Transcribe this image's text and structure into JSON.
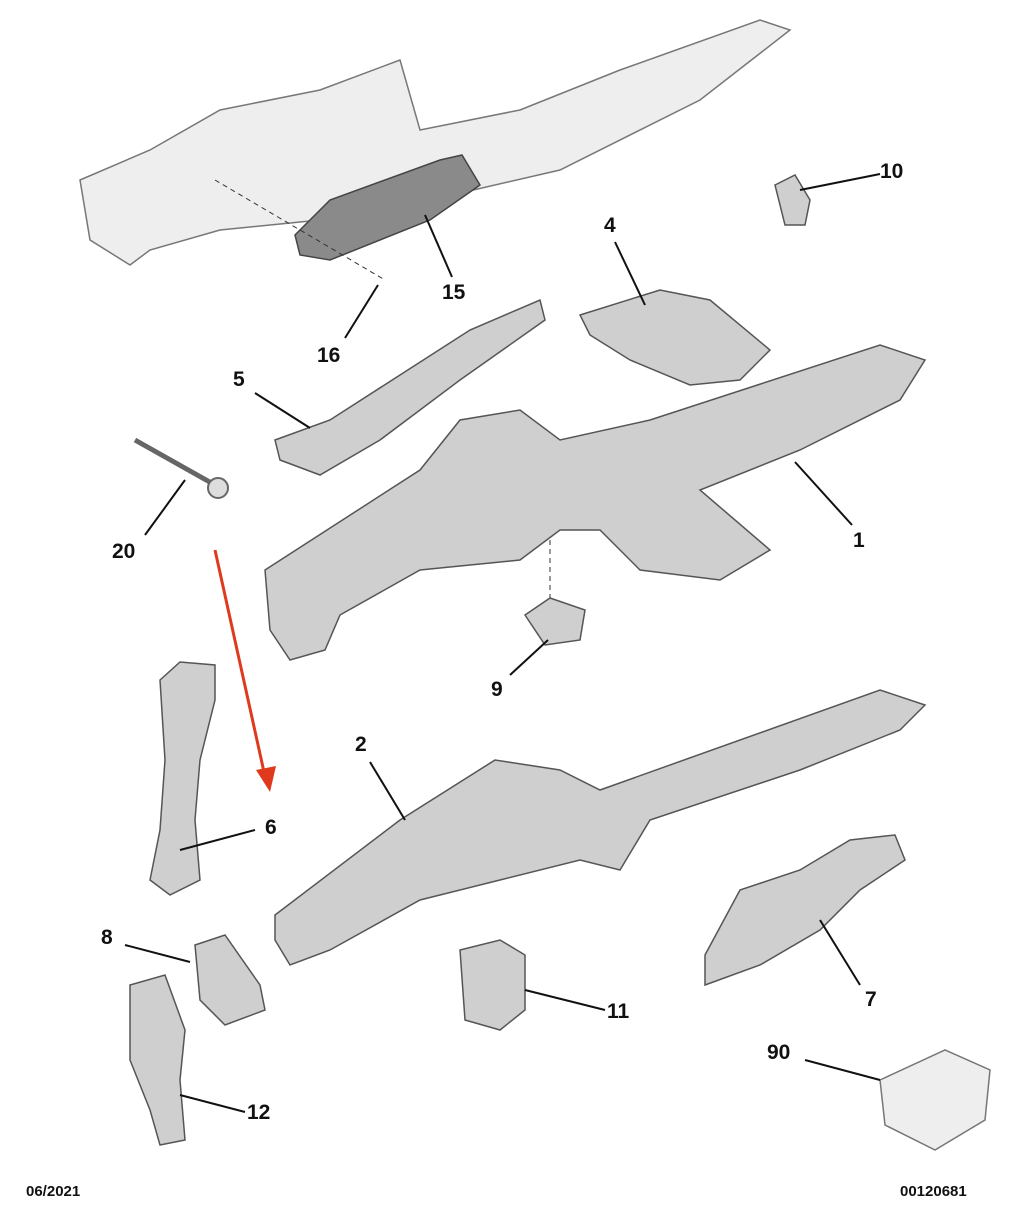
{
  "callouts": {
    "p1": "1",
    "p2": "2",
    "p4": "4",
    "p5": "5",
    "p6": "6",
    "p7": "7",
    "p8": "8",
    "p9": "9",
    "p10": "10",
    "p11": "11",
    "p12": "12",
    "p15": "15",
    "p16": "16",
    "p20": "20",
    "p90": "90"
  },
  "footer": {
    "date": "06/2021",
    "reference": "00120681"
  },
  "colors": {
    "arrow": "#e03a1e",
    "part": "#cfcfcf",
    "line": "#111111"
  }
}
